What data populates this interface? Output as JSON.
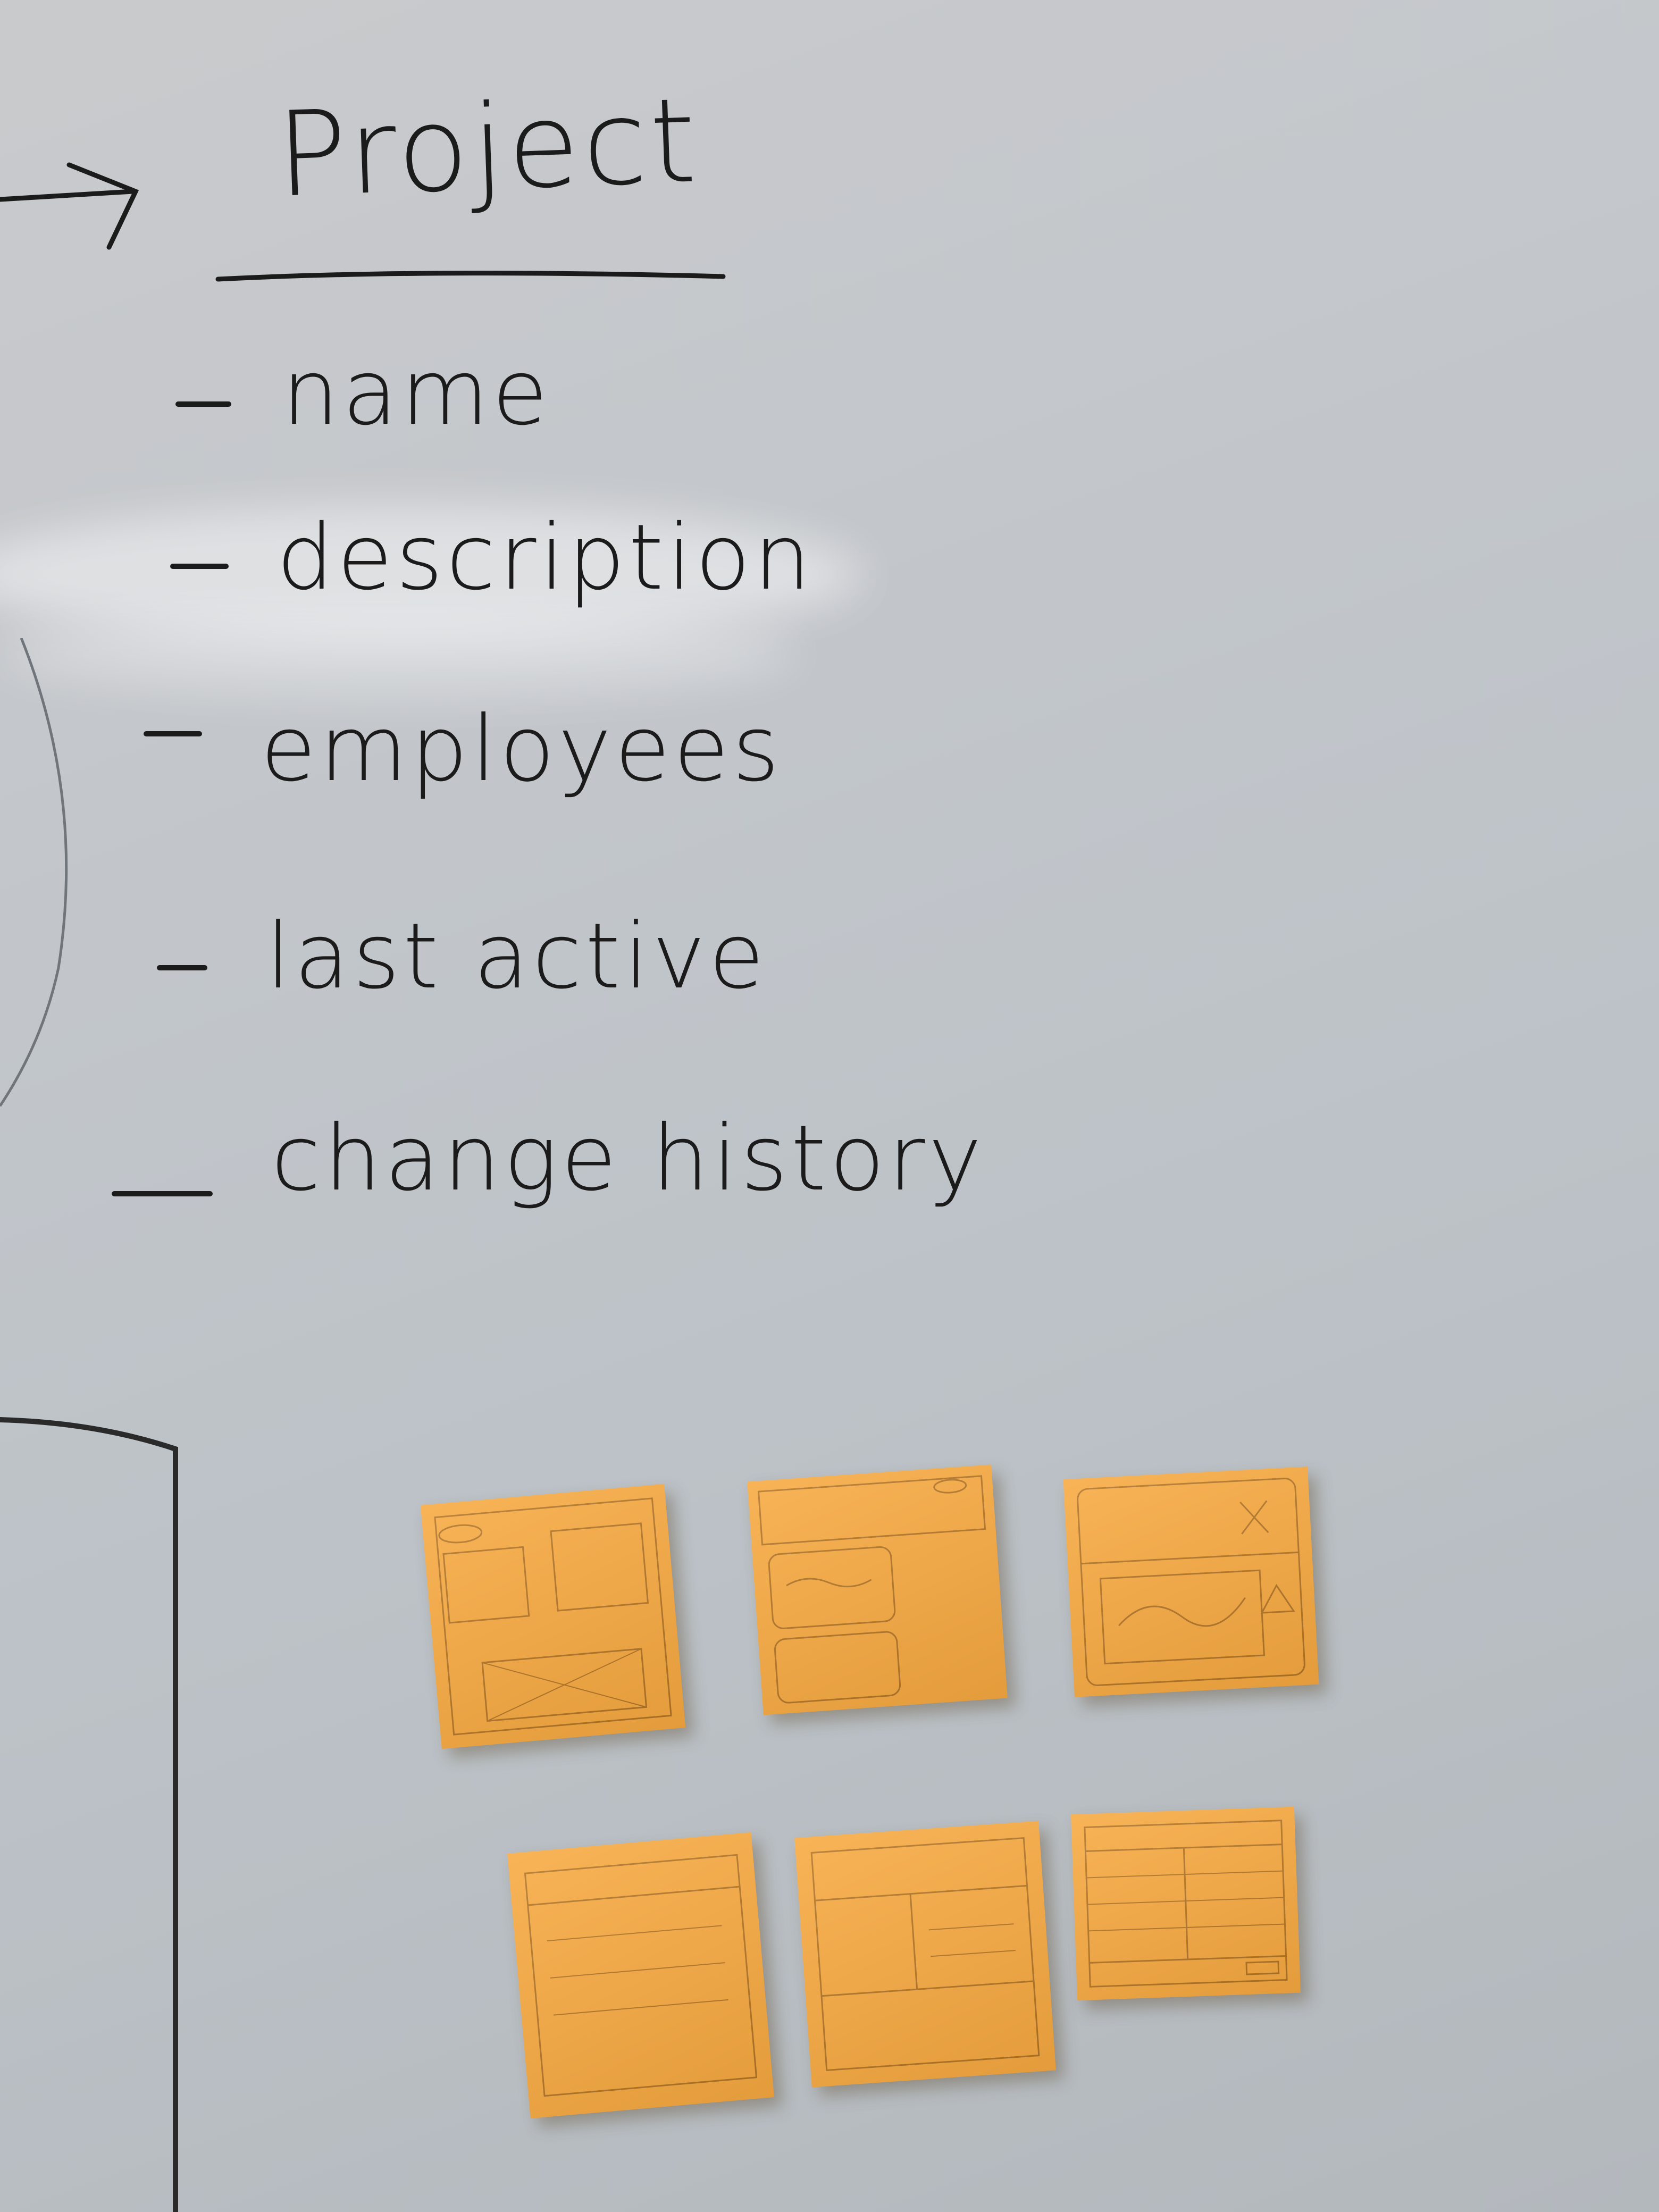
{
  "whiteboard": {
    "title": "Project",
    "items": [
      "name",
      "description",
      "employees",
      "last active",
      "change history"
    ]
  },
  "sticky_notes": {
    "count": 6,
    "color": "#f7a940",
    "notes": [
      {
        "sketch": "project overview wireframe"
      },
      {
        "sketch": "project detail wireframe"
      },
      {
        "sketch": "project overview wireframe with employees and chart"
      },
      {
        "sketch": "list wireframe"
      },
      {
        "sketch": "two-column layout wireframe"
      },
      {
        "sketch": "table wireframe"
      }
    ]
  }
}
